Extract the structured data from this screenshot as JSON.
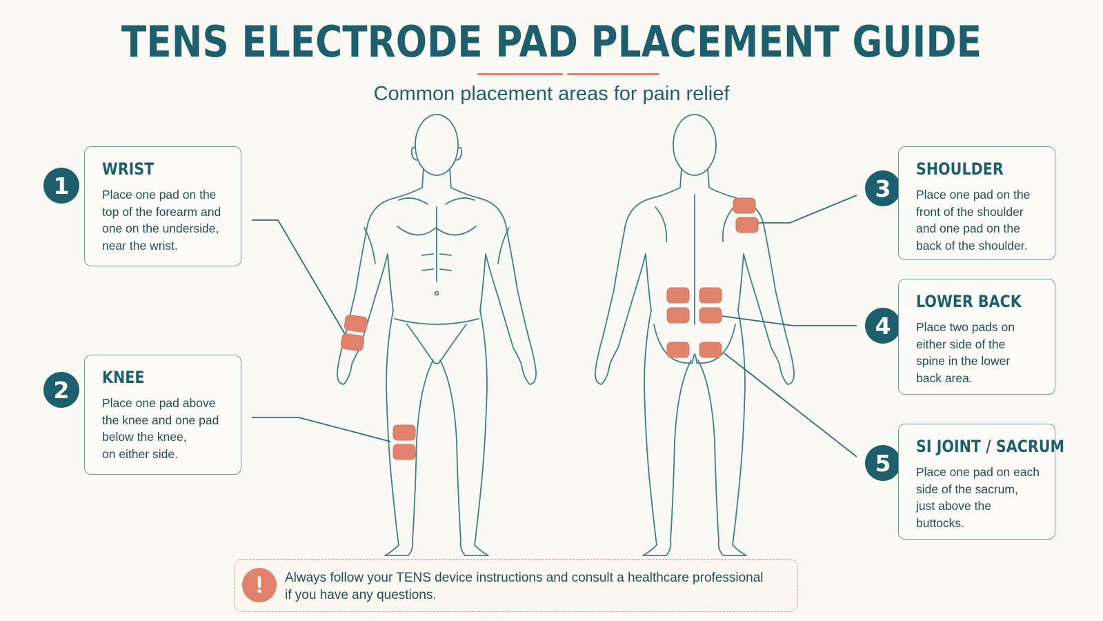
{
  "title": "TENS ELECTRODE PAD PLACEMENT GUIDE",
  "subtitle": "Common placement areas for pain relief",
  "colors": {
    "primary": "#1e5f6d",
    "accent": "#e0826c",
    "pad": "#e0826c",
    "outline": "#3d7f89",
    "background": "#fbf9f4"
  },
  "figures": [
    {
      "view": "front",
      "icon": "human-front-outline"
    },
    {
      "view": "back",
      "icon": "human-back-outline"
    }
  ],
  "placements": [
    {
      "number": "1",
      "title": "WRIST",
      "text": "Place one pad on the\ntop of the forearm and\none on the underside,\nnear the wrist.",
      "pads": 2
    },
    {
      "number": "2",
      "title": "KNEE",
      "text": "Place one pad above\nthe knee and one pad\nbelow the knee,\non either side.",
      "pads": 2
    },
    {
      "number": "3",
      "title": "SHOULDER",
      "text": "Place one pad on the\nfront of the shoulder\nand one pad on the\nback of the shoulder.",
      "pads": 2
    },
    {
      "number": "4",
      "title": "LOWER BACK",
      "text": "Place two pads on\neither side of the\nspine in the lower\nback area.",
      "pads": 4
    },
    {
      "number": "5",
      "title": "SI JOINT / SACRUM",
      "text": "Place one pad on each\nside of the sacrum,\njust above the\nbuttocks.",
      "pads": 2
    }
  ],
  "note": {
    "icon": "exclamation-icon",
    "symbol": "!",
    "text": "Always follow your TENS device instructions and consult a healthcare professional\nif you have any questions."
  }
}
